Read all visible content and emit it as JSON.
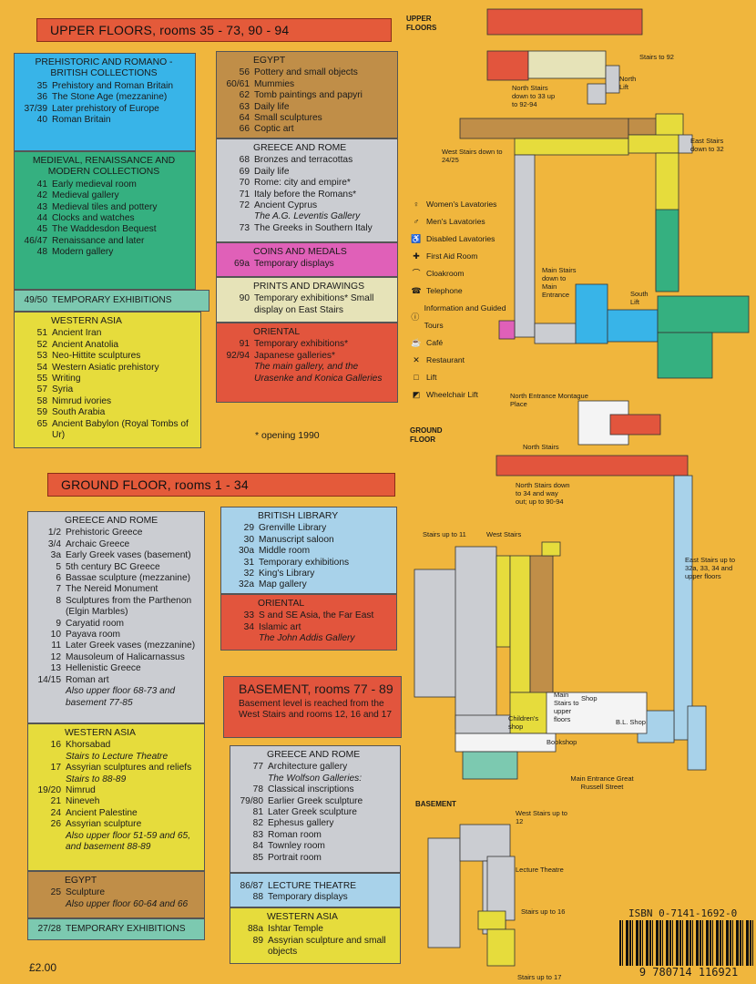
{
  "upper_header": "UPPER FLOORS, rooms 35 - 73, 90 - 94",
  "ground_header": "GROUND FLOOR, rooms 1 - 34",
  "basement_header": "BASEMENT, rooms 77 - 89",
  "basement_note": "Basement level is reached from the West Stairs and rooms 12, 16 and 17",
  "opening_note": "* opening 1990",
  "price": "£2.00",
  "isbn": "ISBN 0-7141-1692-0",
  "barcode_digits": "9 780714 116921",
  "upper": {
    "prehistoric": {
      "title": "PREHISTORIC AND ROMANO - BRITISH COLLECTIONS",
      "rows": [
        {
          "n": "35",
          "l": "Prehistory and Roman Britain"
        },
        {
          "n": "36",
          "l": "The Stone Age (mezzanine)"
        },
        {
          "n": "37/39",
          "l": "Later prehistory of Europe"
        },
        {
          "n": "40",
          "l": "Roman Britain"
        }
      ]
    },
    "medieval": {
      "title": "MEDIEVAL, RENAISSANCE AND MODERN COLLECTIONS",
      "rows": [
        {
          "n": "41",
          "l": "Early medieval room"
        },
        {
          "n": "42",
          "l": "Medieval gallery"
        },
        {
          "n": "43",
          "l": "Medieval tiles and pottery"
        },
        {
          "n": "44",
          "l": "Clocks and watches"
        },
        {
          "n": "45",
          "l": "The Waddesdon Bequest"
        },
        {
          "n": "46/47",
          "l": "Renaissance and later"
        },
        {
          "n": "48",
          "l": "Modern gallery"
        }
      ]
    },
    "temp": {
      "n": "49/50",
      "l": "TEMPORARY EXHIBITIONS"
    },
    "western_asia": {
      "title": "WESTERN ASIA",
      "rows": [
        {
          "n": "51",
          "l": "Ancient Iran"
        },
        {
          "n": "52",
          "l": "Ancient Anatolia"
        },
        {
          "n": "53",
          "l": "Neo-Hittite sculptures"
        },
        {
          "n": "54",
          "l": "Western Asiatic prehistory"
        },
        {
          "n": "55",
          "l": "Writing"
        },
        {
          "n": "57",
          "l": "Syria"
        },
        {
          "n": "58",
          "l": "Nimrud ivories"
        },
        {
          "n": "59",
          "l": "South Arabia"
        },
        {
          "n": "65",
          "l": "Ancient Babylon (Royal Tombs of Ur)"
        }
      ]
    },
    "egypt": {
      "title": "EGYPT",
      "rows": [
        {
          "n": "56",
          "l": "Pottery and small objects"
        },
        {
          "n": "60/61",
          "l": "Mummies"
        },
        {
          "n": "62",
          "l": "Tomb paintings and papyri"
        },
        {
          "n": "63",
          "l": "Daily life"
        },
        {
          "n": "64",
          "l": "Small sculptures"
        },
        {
          "n": "66",
          "l": "Coptic art"
        }
      ]
    },
    "greece_rome": {
      "title": "GREECE AND ROME",
      "rows": [
        {
          "n": "68",
          "l": "Bronzes and terracottas"
        },
        {
          "n": "69",
          "l": "Daily life"
        },
        {
          "n": "70",
          "l": "Rome: city and empire*"
        },
        {
          "n": "71",
          "l": "Italy before the Romans*"
        },
        {
          "n": "72",
          "l": "Ancient Cyprus"
        },
        {
          "n": "",
          "l": "The A.G. Leventis Gallery",
          "i": true
        },
        {
          "n": "73",
          "l": "The Greeks in Southern Italy"
        }
      ]
    },
    "coins": {
      "title": "COINS AND MEDALS",
      "rows": [
        {
          "n": "69a",
          "l": "Temporary displays"
        }
      ]
    },
    "prints": {
      "title": "PRINTS AND DRAWINGS",
      "rows": [
        {
          "n": "90",
          "l": "Temporary exhibitions* Small display on East Stairs"
        }
      ]
    },
    "oriental": {
      "title": "ORIENTAL",
      "rows": [
        {
          "n": "91",
          "l": "Temporary exhibitions*"
        },
        {
          "n": "92/94",
          "l": "Japanese galleries*"
        },
        {
          "n": "",
          "l": "The main gallery, and the Urasenke and Konica Galleries",
          "i": true
        }
      ]
    }
  },
  "ground": {
    "greece_rome": {
      "title": "GREECE AND ROME",
      "rows": [
        {
          "n": "1/2",
          "l": "Prehistoric Greece"
        },
        {
          "n": "3/4",
          "l": "Archaic Greece"
        },
        {
          "n": "3a",
          "l": "Early Greek vases (basement)"
        },
        {
          "n": "5",
          "l": "5th century BC Greece"
        },
        {
          "n": "6",
          "l": "Bassae sculpture (mezzanine)"
        },
        {
          "n": "7",
          "l": "The Nereid Monument"
        },
        {
          "n": "8",
          "l": "Sculptures from the Parthenon (Elgin Marbles)"
        },
        {
          "n": "9",
          "l": "Caryatid room"
        },
        {
          "n": "10",
          "l": "Payava room"
        },
        {
          "n": "11",
          "l": "Later Greek vases (mezzanine)"
        },
        {
          "n": "12",
          "l": "Mausoleum of Halicarnassus"
        },
        {
          "n": "13",
          "l": "Hellenistic Greece"
        },
        {
          "n": "14/15",
          "l": "Roman art"
        },
        {
          "n": "",
          "l": "Also upper floor 68-73 and basement 77-85",
          "i": true
        }
      ]
    },
    "western_asia": {
      "title": "WESTERN ASIA",
      "rows": [
        {
          "n": "16",
          "l": "Khorsabad"
        },
        {
          "n": "",
          "l": "Stairs to Lecture Theatre",
          "i": true
        },
        {
          "n": "17",
          "l": "Assyrian sculptures and reliefs"
        },
        {
          "n": "",
          "l": "Stairs to 88-89",
          "i": true
        },
        {
          "n": "19/20",
          "l": "Nimrud"
        },
        {
          "n": "21",
          "l": "Nineveh"
        },
        {
          "n": "24",
          "l": "Ancient Palestine"
        },
        {
          "n": "26",
          "l": "Assyrian sculpture"
        },
        {
          "n": "",
          "l": "Also upper floor 51-59 and 65, and basement 88-89",
          "i": true
        }
      ]
    },
    "egypt": {
      "title": "EGYPT",
      "rows": [
        {
          "n": "25",
          "l": "Sculpture"
        },
        {
          "n": "",
          "l": "Also upper floor 60-64 and 66",
          "i": true
        }
      ]
    },
    "temp": {
      "n": "27/28",
      "l": "TEMPORARY EXHIBITIONS"
    },
    "british_library": {
      "title": "BRITISH LIBRARY",
      "rows": [
        {
          "n": "29",
          "l": "Grenville Library"
        },
        {
          "n": "30",
          "l": "Manuscript saloon"
        },
        {
          "n": "30a",
          "l": "Middle room"
        },
        {
          "n": "31",
          "l": "Temporary exhibitions"
        },
        {
          "n": "32",
          "l": "King's Library"
        },
        {
          "n": "32a",
          "l": "Map gallery"
        }
      ]
    },
    "oriental": {
      "title": "ORIENTAL",
      "rows": [
        {
          "n": "33",
          "l": "S and SE Asia, the Far East"
        },
        {
          "n": "34",
          "l": "Islamic art"
        },
        {
          "n": "",
          "l": "The John Addis Gallery",
          "i": true
        }
      ]
    }
  },
  "basement": {
    "greece_rome": {
      "title": "GREECE AND ROME",
      "rows": [
        {
          "n": "77",
          "l": "Architecture gallery"
        },
        {
          "n": "",
          "l": "The Wolfson Galleries:",
          "i": true
        },
        {
          "n": "78",
          "l": "Classical inscriptions"
        },
        {
          "n": "79/80",
          "l": "Earlier Greek sculpture"
        },
        {
          "n": "81",
          "l": "Later Greek sculpture"
        },
        {
          "n": "82",
          "l": "Ephesus gallery"
        },
        {
          "n": "83",
          "l": "Roman room"
        },
        {
          "n": "84",
          "l": "Townley room"
        },
        {
          "n": "85",
          "l": "Portrait room"
        }
      ]
    },
    "lecture": {
      "rows": [
        {
          "n": "86/87",
          "l": "LECTURE THEATRE"
        },
        {
          "n": "88",
          "l": "Temporary displays"
        }
      ]
    },
    "western_asia": {
      "title": "WESTERN ASIA",
      "rows": [
        {
          "n": "88a",
          "l": "Ishtar Temple"
        },
        {
          "n": "89",
          "l": "Assyrian sculpture and small objects"
        }
      ]
    }
  },
  "map": {
    "upper_label": "UPPER FLOORS",
    "ground_label": "GROUND FLOOR",
    "basement_label": "BASEMENT",
    "legend": [
      {
        "icon": "women-lavatory-icon",
        "glyph": "♀",
        "label": "Women's Lavatories"
      },
      {
        "icon": "men-lavatory-icon",
        "glyph": "♂",
        "label": "Men's Lavatories"
      },
      {
        "icon": "disabled-lavatory-icon",
        "glyph": "♿",
        "label": "Disabled Lavatories"
      },
      {
        "icon": "first-aid-icon",
        "glyph": "✚",
        "label": "First Aid Room"
      },
      {
        "icon": "cloakroom-icon",
        "glyph": "⌒",
        "label": "Cloakroom"
      },
      {
        "icon": "telephone-icon",
        "glyph": "☎",
        "label": "Telephone"
      },
      {
        "icon": "information-icon",
        "glyph": "ⓘ",
        "label": "Information and Guided Tours"
      },
      {
        "icon": "cafe-icon",
        "glyph": "☕",
        "label": "Café"
      },
      {
        "icon": "restaurant-icon",
        "glyph": "✕",
        "label": "Restaurant"
      },
      {
        "icon": "lift-icon",
        "glyph": "□",
        "label": "Lift"
      },
      {
        "icon": "wheelchair-lift-icon",
        "glyph": "◩",
        "label": "Wheelchair Lift"
      }
    ],
    "notes": {
      "stairs92": "Stairs to 92",
      "north_stairs_upper": "North Stairs down to 33 up to 92-94",
      "north_lift": "North Lift",
      "west_stairs_upper": "West Stairs down to 24/25",
      "east_stairs_upper": "East Stairs down to 32",
      "main_stairs_upper": "Main Stairs down to Main Entrance",
      "south_lift": "South Lift",
      "north_entrance": "North Entrance Montague Place",
      "north_stairs": "North Stairs",
      "north_stairs_ground": "North Stairs down to 34 and way out; up to 90-94",
      "stairs11": "Stairs up to 11",
      "west_stairs": "West Stairs",
      "east_stairs_ground": "East Stairs up to 32a, 33, 34 and upper floors",
      "childrens_shop": "Children's shop",
      "main_stairs_ground": "Main Stairs to upper floors",
      "shop": "Shop",
      "bl_shop": "B.L. Shop",
      "bookshop": "Bookshop",
      "main_entrance": "Main Entrance Great Russell Street",
      "west_stairs_basement": "West Stairs up to 12",
      "lecture_theatre": "Lecture Theatre",
      "stairs16": "Stairs up to 16",
      "stairs17": "Stairs up to 17"
    }
  }
}
